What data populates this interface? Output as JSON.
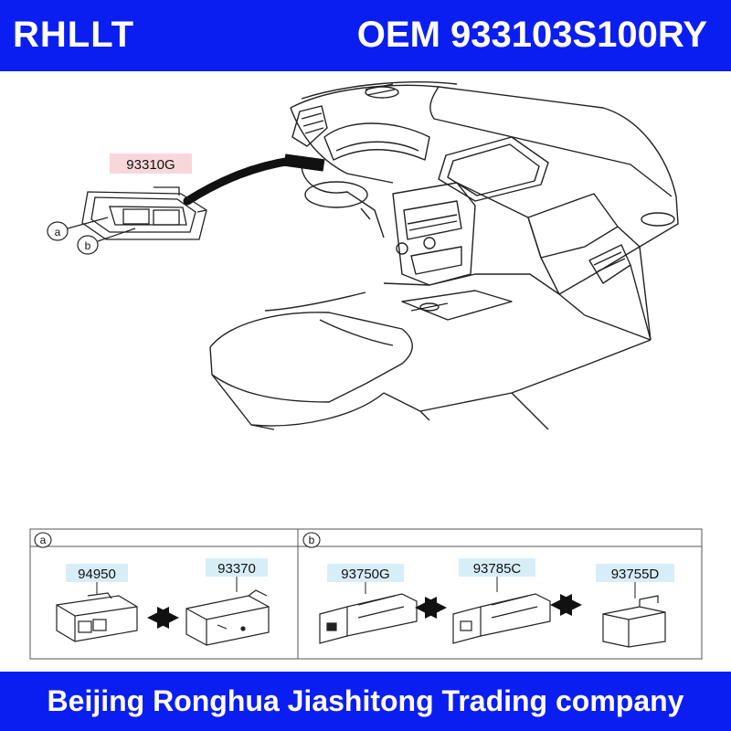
{
  "header": {
    "brand": "RHLLT",
    "oem": "OEM 933103S100RY"
  },
  "footer": {
    "company": "Beijing Ronghua Jiashitong Trading company"
  },
  "diagram": {
    "main_part": "93310G",
    "callouts": [
      "a",
      "b"
    ],
    "section_a": {
      "label": "a",
      "parts": [
        "94950",
        "93370"
      ]
    },
    "section_b": {
      "label": "b",
      "parts": [
        "93750G",
        "93785C",
        "93755D"
      ]
    }
  },
  "colors": {
    "banner": "#0b1ef2",
    "part_label_bg": "#f8d7da",
    "sub_label_bg": "#d7eef8"
  }
}
